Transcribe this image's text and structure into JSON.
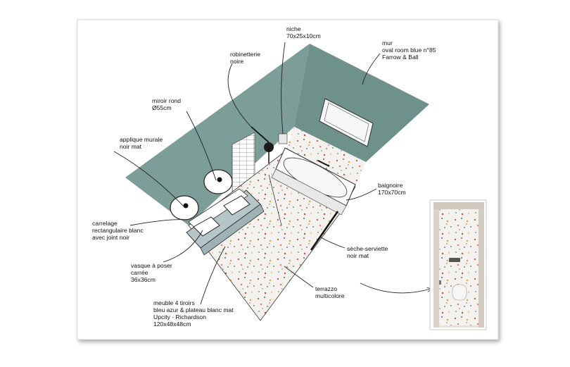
{
  "labels": {
    "niche": [
      "niche",
      "70x25x10cm"
    ],
    "robinetterie": [
      "robinetterie",
      "noire"
    ],
    "mur": [
      "mur",
      "oval room blue n°85",
      "Farrow & Ball"
    ],
    "miroir": [
      "miroir rond",
      "Ø55cm"
    ],
    "applique": [
      "applique murale",
      "noir mat"
    ],
    "carrelage": [
      "carrelage",
      "rectangulaire blanc",
      "avec joint noir"
    ],
    "vasque": [
      "vasque à poser",
      "carrée",
      "36x36cm"
    ],
    "meuble": [
      "meuble 4 tiroirs",
      "bleu azur & plateau blanc mat",
      "Upcity - Richardson",
      "120x48x48cm"
    ],
    "baignoire": [
      "baignoire",
      "170x70cm"
    ],
    "seche_serviette": [
      "sèche-serviette",
      "noir mat"
    ],
    "terrazzo": [
      "terrazzo",
      "multicolore"
    ]
  },
  "colors": {
    "wall": "#7d9e98",
    "wall_dark": "#6f918b",
    "floor": "#f3f1ec",
    "vanity": "#b5c5c8",
    "leader": "#222222"
  }
}
